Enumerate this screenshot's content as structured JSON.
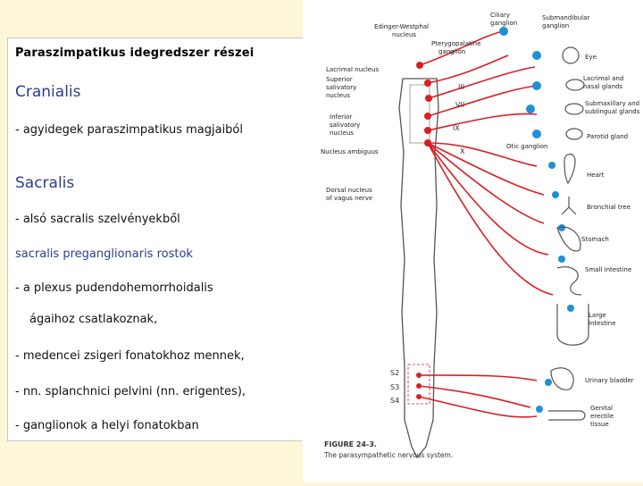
{
  "slide": {
    "title": "Paraszimpatikus idegredszer  részei",
    "cranialis_heading": "Cranialis",
    "cranialis_text": "- agyidegek paraszimpatikus magjaiból",
    "sacralis_heading": "Sacralis",
    "sacralis_line1": "- alsó sacralis szelvényekből",
    "sacralis_line2": "sacralis preganglionaris rostok",
    "sacralis_line3": "- a plexus pudendohemorrhoidalis",
    "sacralis_line4": "ágaihoz csatlakoznak,",
    "sacralis_line5": "- medencei zsigeri fonatokhoz mennek,",
    "sacralis_line6": "- nn. splanchnici pelvini (nn. erigentes),",
    "sacralis_line7": "- ganglionok a helyi fonatokban"
  },
  "figure": {
    "labels": {
      "edinger": "Edinger-Westphal",
      "edinger2": "nucleus",
      "ciliary": "Ciliary",
      "ciliary2": "ganglion",
      "submandibular": "Submandibular",
      "submandibular2": "ganglion",
      "pterygo": "Pterygopalatine",
      "pterygo2": "ganglion",
      "eye": "Eye",
      "lacrimal_nucleus": "Lacrimal nucleus",
      "superior": "Superior",
      "superior2": "salivatory",
      "superior3": "nucleus",
      "lacrimal_glands": "Lacrimal and",
      "lacrimal_glands2": "nasal glands",
      "submax": "Submaxillary and",
      "submax2": "sublingual glands",
      "inferior": "Inferior",
      "inferior2": "salivatory",
      "inferior3": "nucleus",
      "parotid": "Parotid gland",
      "otic": "Otic ganglion",
      "ambiguus": "Nucleus ambiguus",
      "dorsal": "Dorsal nucleus",
      "dorsal2": "of vagus nerve",
      "heart": "Heart",
      "bronchial": "Bronchial tree",
      "stomach": "Stomach",
      "small_intestine": "Small intestine",
      "large": "Large",
      "large2": "intestine",
      "bladder": "Urinary bladder",
      "genital": "Genital",
      "genital2": "erectile",
      "genital3": "tissue",
      "n3": "III",
      "n7": "VII",
      "n9": "IX",
      "n10": "X",
      "s2": "S2",
      "s3": "S3",
      "s4": "S4",
      "caption": "FIGURE 24-3.",
      "caption2": "The parasympathetic nervous system."
    },
    "colors": {
      "nerve": "#d81f26",
      "ganglion": "#1f8fd8",
      "outline": "#555555"
    }
  }
}
